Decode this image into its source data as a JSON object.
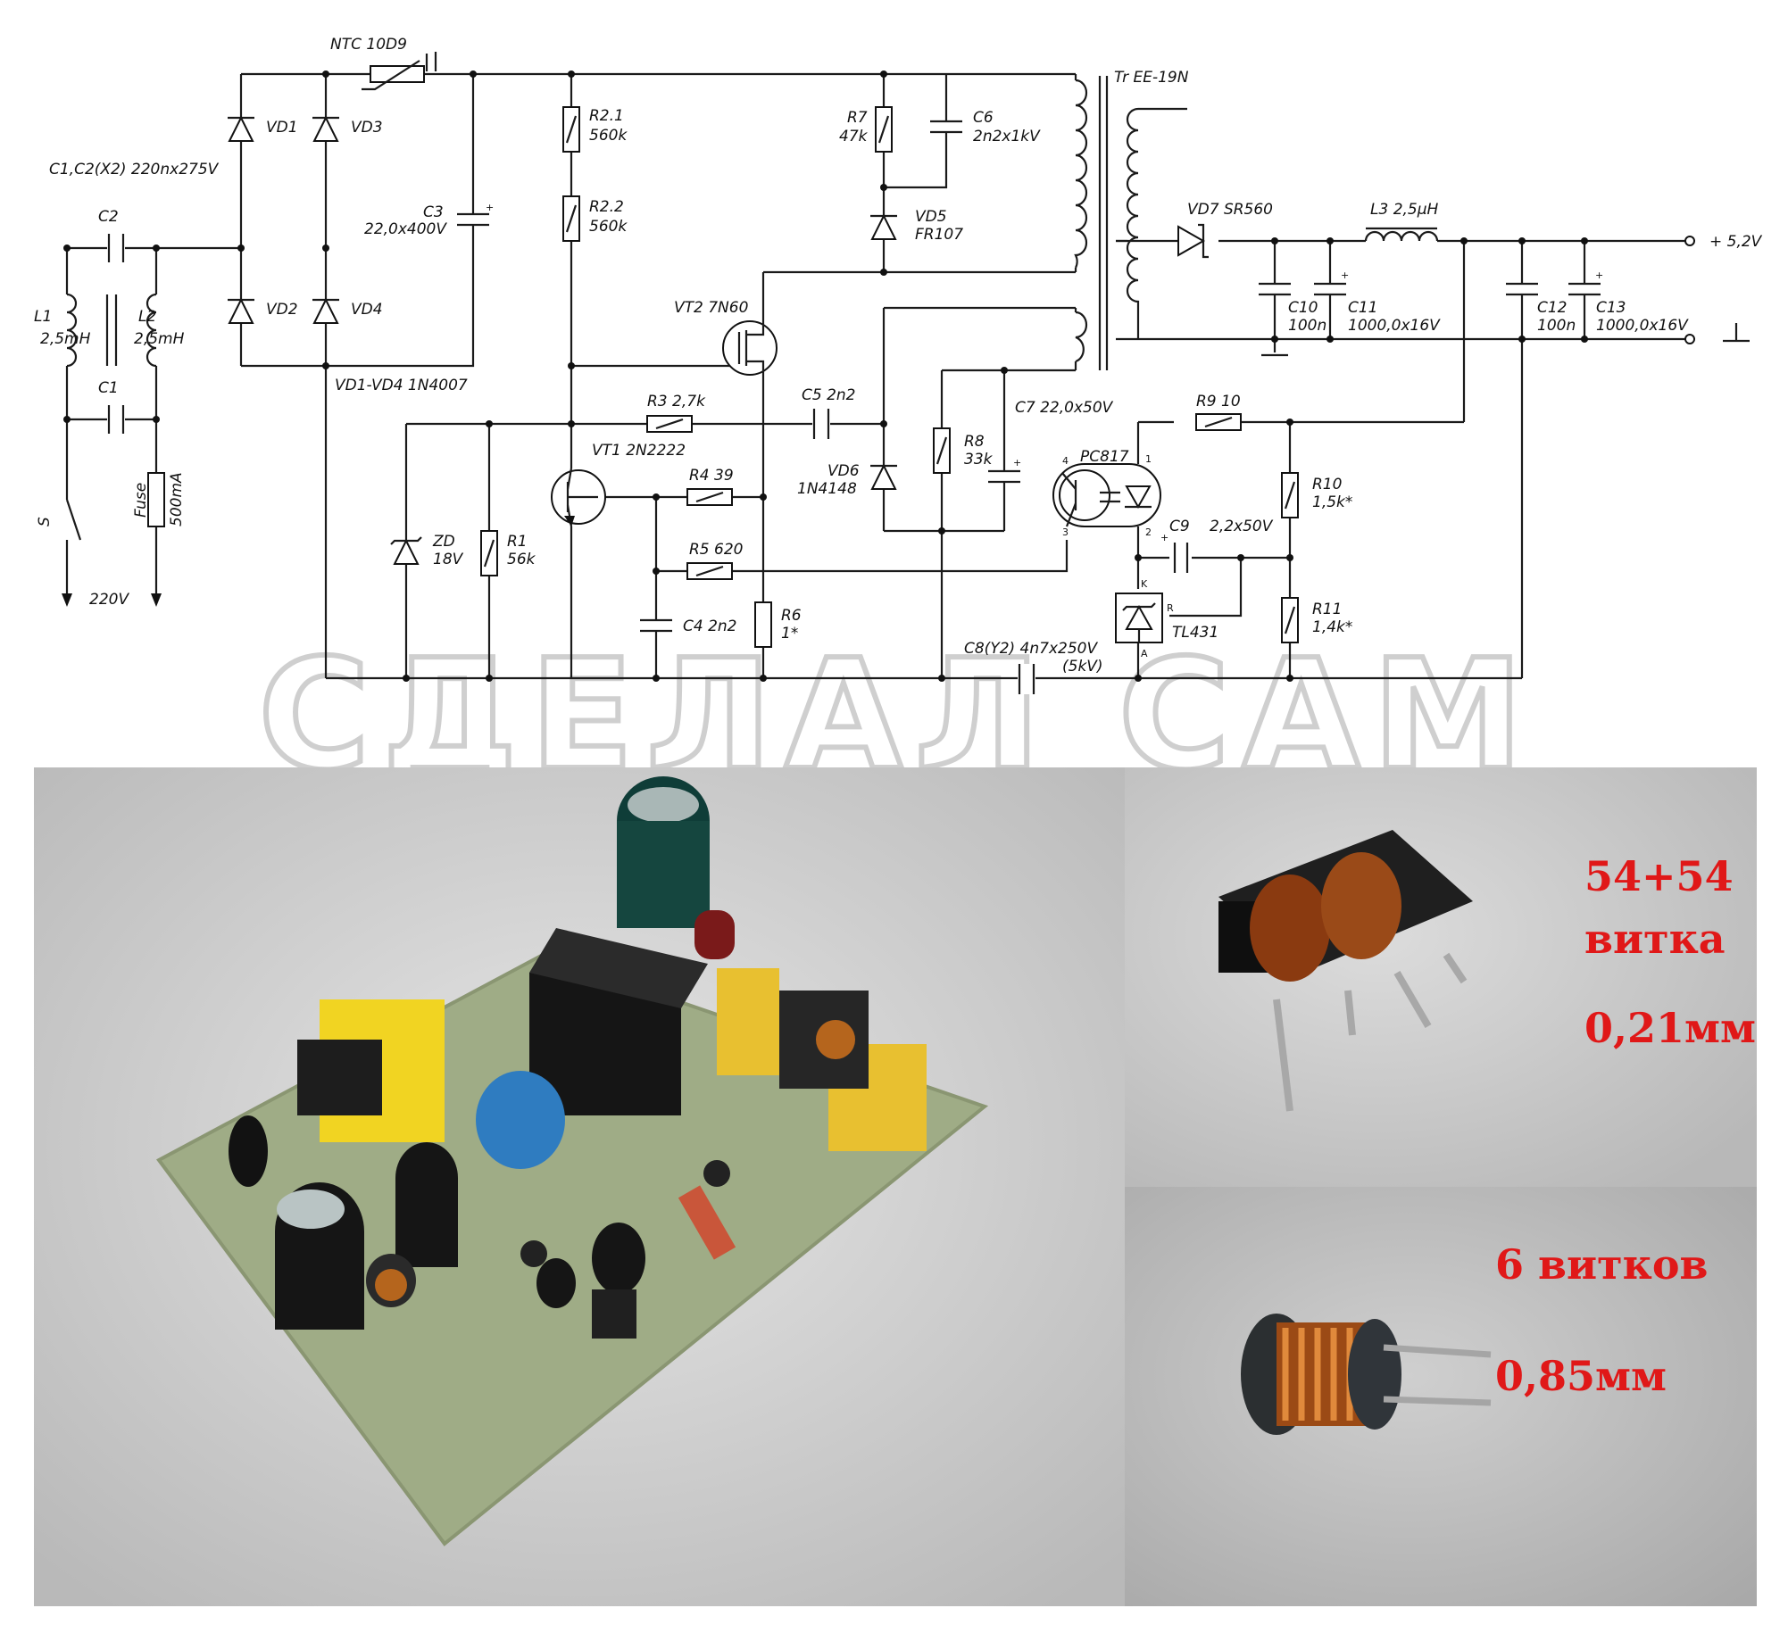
{
  "labels": {
    "ntc": "NTC 10D9",
    "tr": "Tr EE-19N",
    "vd1": "VD1",
    "vd2": "VD2",
    "vd3": "VD3",
    "vd4": "VD4",
    "vd_bridge": "VD1-VD4 1N4007",
    "c1c2": "C1,C2(X2) 220nx275V",
    "c2": "C2",
    "c1": "C1",
    "l1": "L1",
    "l1v": "2,5mH",
    "l2": "L2",
    "l2v": "2,5mH",
    "c3": "C3",
    "c3v": "22,0x400V",
    "r21": "R2.1",
    "r21v": "560k",
    "r22": "R2.2",
    "r22v": "560k",
    "r7": "R7",
    "r7v": "47k",
    "c6": "C6",
    "c6v": "2n2x1kV",
    "vd5": "VD5",
    "vd5v": "FR107",
    "vt2": "VT2  7N60",
    "vd7": "VD7   SR560",
    "l3": "L3 2,5µH",
    "c10": "C10",
    "c10v": "100n",
    "c11": "C11",
    "c11v": "1000,0x16V",
    "c12": "C12",
    "c12v": "100n",
    "c13": "C13",
    "c13v": "1000,0x16V",
    "vout": "+ 5,2V",
    "r3": "R3  2,7k",
    "c5": "C5  2n2",
    "vt1": "VT1  2N2222",
    "r4": "R4  39",
    "r5": "R5  620",
    "vd6": "VD6",
    "vd6v": "1N4148",
    "r8": "R8",
    "r8v": "33k",
    "c7": "C7  22,0x50V",
    "pc817": "PC817",
    "r9": "R9   10",
    "r10": "R10",
    "r10v": "1,5k*",
    "c9": "C9",
    "c9v": "2,2x50V",
    "r11": "R11",
    "r11v": "1,4k*",
    "tl431": "TL431",
    "pin_k": "K",
    "pin_r": "R",
    "pin_a": "A",
    "pin1": "1",
    "pin2": "2",
    "pin3": "3",
    "pin4": "4",
    "zd": "ZD",
    "zdv": "18V",
    "r1": "R1",
    "r1v": "56k",
    "c4": "C4  2n2",
    "r6": "R6",
    "r6v": "1*",
    "c8": "C8(Y2) 4n7x250V",
    "c8v": "(5kV)",
    "sw": "S",
    "fuse": "Fuse",
    "fusev": "500mA",
    "v220": "220V"
  },
  "watermark": "СДЕЛАЛ САМ",
  "captions": {
    "upper_turns": "54+54",
    "upper_turns_word": "витка",
    "upper_wire": "0,21мм",
    "lower_turns": "6 витков",
    "lower_wire": "0,85мм"
  }
}
